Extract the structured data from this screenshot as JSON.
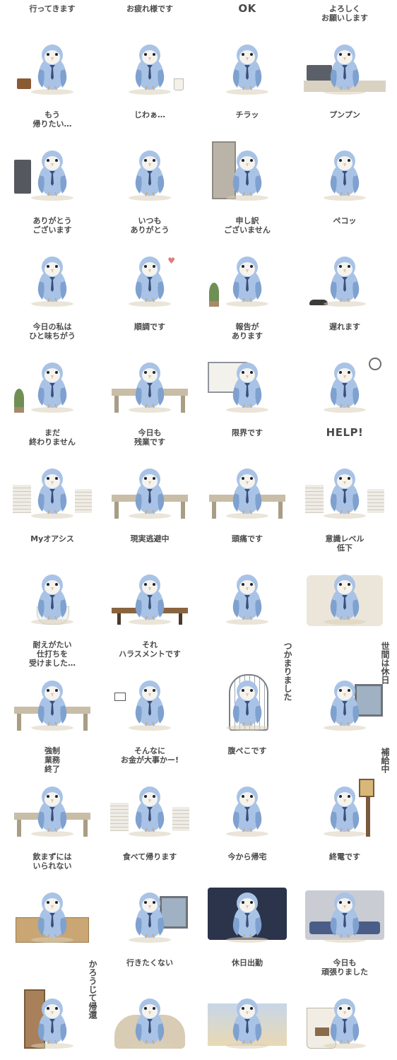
{
  "palette": {
    "bird_body": "#a9c3e6",
    "bird_wing": "#7fa1cf",
    "bird_face": "#f5f3ee",
    "tie": "#3b4f7a",
    "text": "#4a4a4a",
    "prop": "#c8bda6",
    "metal": "#9ea4ad"
  },
  "stickers": [
    {
      "caption": "行ってきます",
      "prop": "briefcase"
    },
    {
      "caption": "お疲れ様です",
      "prop": "cup"
    },
    {
      "caption": "OK",
      "prop": "none"
    },
    {
      "caption": "よろしく\nお願いします",
      "prop": "laptop"
    },
    {
      "caption": "もう\n帰りたい…",
      "prop": "monitor"
    },
    {
      "caption": "じわぁ…",
      "prop": "none"
    },
    {
      "caption": "チラッ",
      "prop": "locker"
    },
    {
      "caption": "プンプン",
      "prop": "none"
    },
    {
      "caption": "ありがとう\nございます",
      "prop": "clover"
    },
    {
      "caption": "いつも\nありがとう",
      "prop": "heart"
    },
    {
      "caption": "申し訳\nございません",
      "prop": "plant"
    },
    {
      "caption": "ペコッ",
      "prop": "shoes"
    },
    {
      "caption": "今日の私は\nひと味ちがう",
      "prop": "plant"
    },
    {
      "caption": "順調です",
      "prop": "desk"
    },
    {
      "caption": "報告が\nあります",
      "prop": "board"
    },
    {
      "caption": "遅れます",
      "prop": "clock"
    },
    {
      "caption": "まだ\n終わりません",
      "prop": "papers"
    },
    {
      "caption": "今日も\n残業です",
      "prop": "desk"
    },
    {
      "caption": "限界です",
      "prop": "desk"
    },
    {
      "caption": "HELP!",
      "prop": "papers"
    },
    {
      "caption": "Myオアシス",
      "prop": "toilet"
    },
    {
      "caption": "現実逃避中",
      "prop": "bench"
    },
    {
      "caption": "頭痛です",
      "prop": "none"
    },
    {
      "caption": "意識レベル\n低下",
      "prop": "floor"
    },
    {
      "caption": "耐えがたい\n仕打ちを\n受けました…",
      "prop": "desk"
    },
    {
      "caption": "それ\nハラスメントです",
      "prop": "sign"
    },
    {
      "caption": "つかまりました",
      "prop": "cage",
      "vertical": true
    },
    {
      "caption": "世間は休日",
      "prop": "window",
      "vertical": true
    },
    {
      "caption": "強制\n業務\n終了",
      "prop": "desk"
    },
    {
      "caption": "そんなに\nお金が大事かー!",
      "prop": "papers"
    },
    {
      "caption": "腹ぺこです",
      "prop": "none"
    },
    {
      "caption": "補給中",
      "prop": "lantern",
      "vertical": true
    },
    {
      "caption": "飲まずには\nいられない",
      "prop": "box"
    },
    {
      "caption": "食べて帰ります",
      "prop": "window"
    },
    {
      "caption": "今から帰宅",
      "prop": "night"
    },
    {
      "caption": "終電です",
      "prop": "train"
    },
    {
      "caption": "かろうじて帰還",
      "prop": "door",
      "vertical": true
    },
    {
      "caption": "行きたくない",
      "prop": "blanket"
    },
    {
      "caption": "休日出勤",
      "prop": "field"
    },
    {
      "caption": "今日も\n頑張りました",
      "prop": "cupbig"
    }
  ]
}
